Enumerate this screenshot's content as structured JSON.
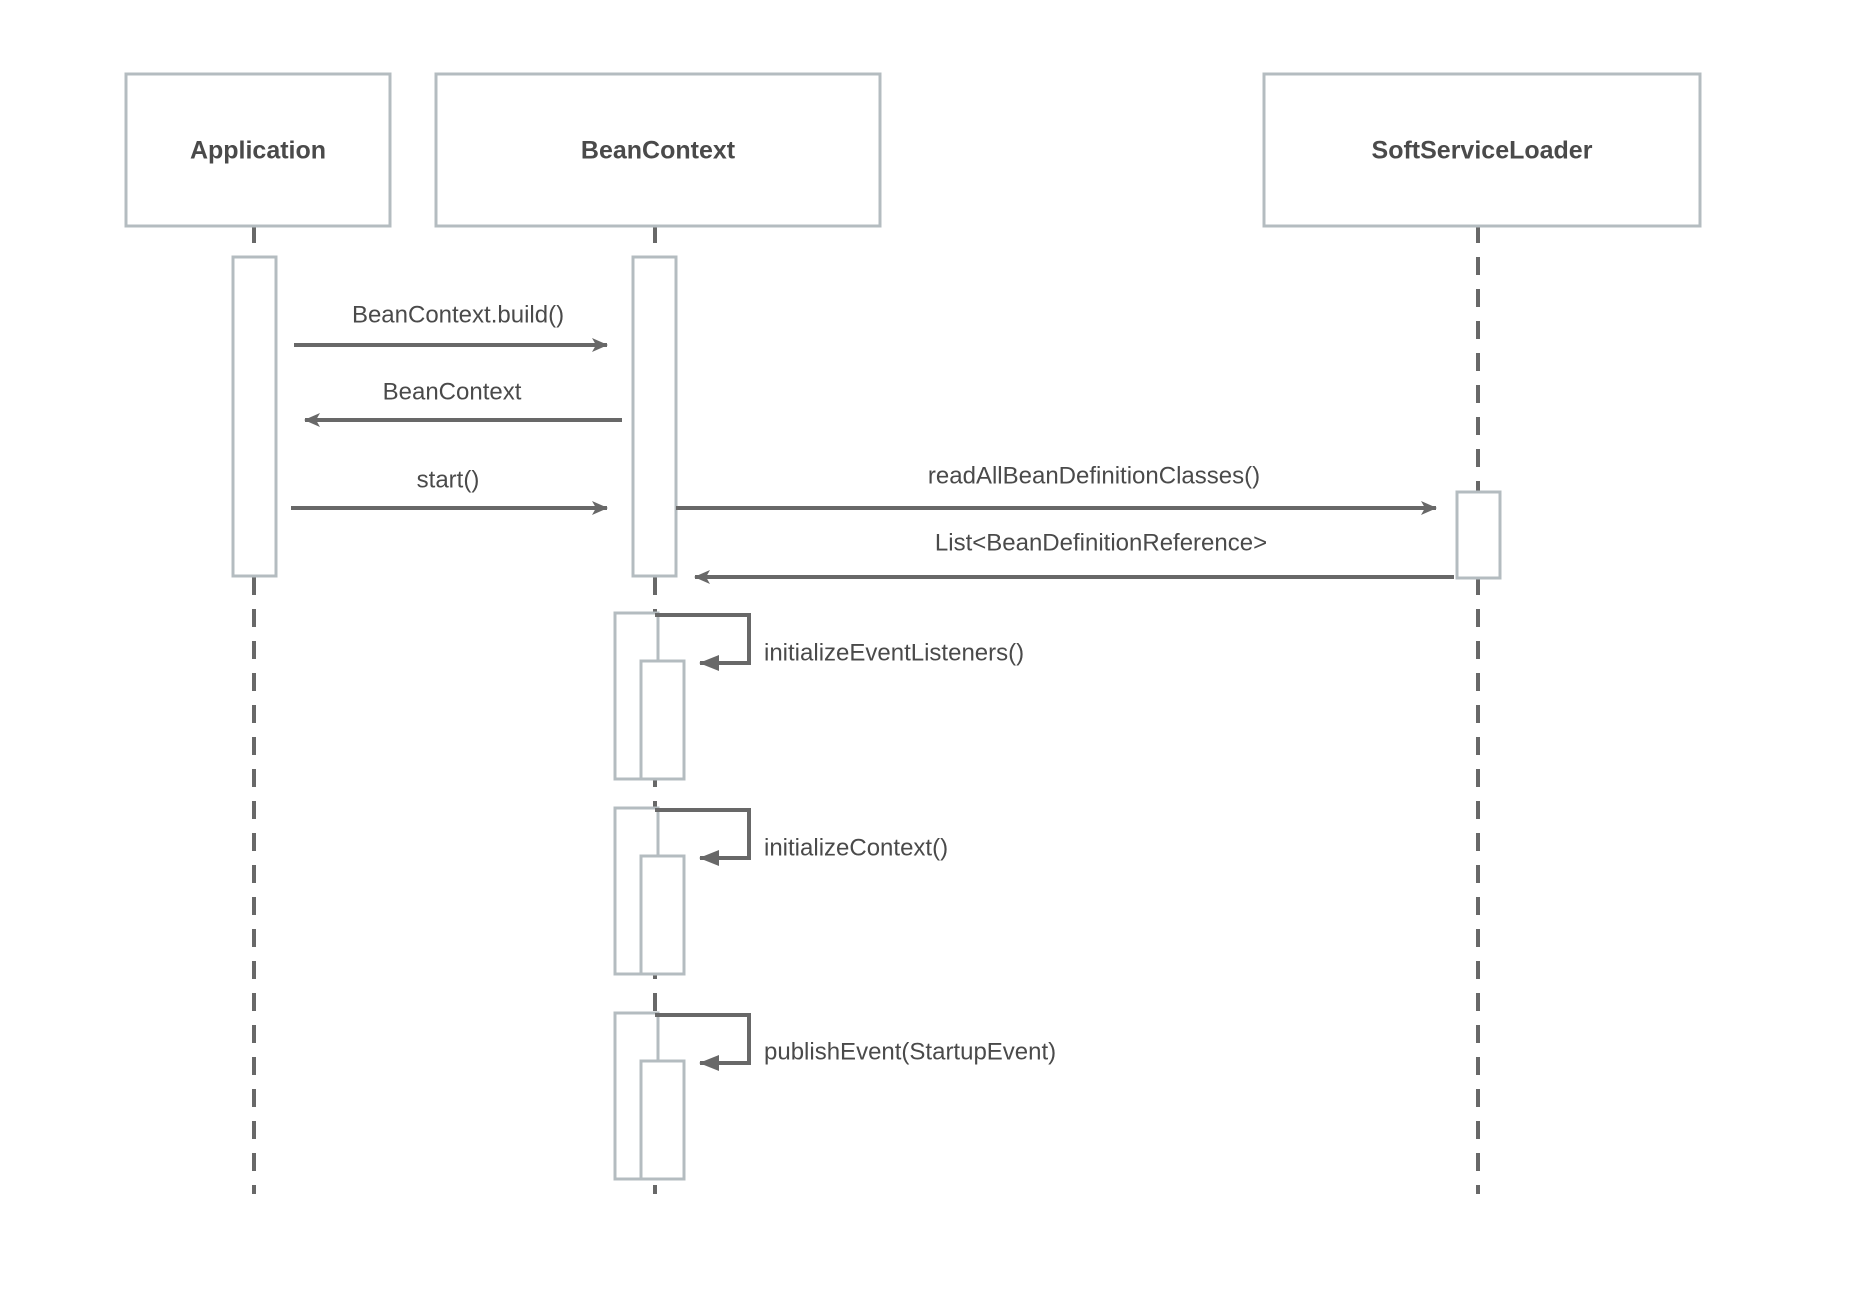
{
  "diagram": {
    "type": "sequence-diagram",
    "title": "",
    "background_color": "#ffffff",
    "colors": {
      "box_border": "#b4bcc0",
      "activation_border": "#b4bcc0",
      "lifeline": "#686868",
      "message_line": "#686868",
      "text": "#4a4a4a"
    }
  },
  "participants": [
    {
      "id": "application",
      "label": "Application"
    },
    {
      "id": "beancontext",
      "label": "BeanContext"
    },
    {
      "id": "softserviceloader",
      "label": "SoftServiceLoader"
    }
  ],
  "messages": [
    {
      "id": "m1",
      "label": "BeanContext.build()",
      "from": "application",
      "to": "beancontext",
      "direction": "right",
      "kind": "call"
    },
    {
      "id": "m2",
      "label": "BeanContext",
      "from": "beancontext",
      "to": "application",
      "direction": "left",
      "kind": "return"
    },
    {
      "id": "m3",
      "label": "start()",
      "from": "application",
      "to": "beancontext",
      "direction": "right",
      "kind": "call"
    },
    {
      "id": "m4",
      "label": "readAllBeanDefinitionClasses()",
      "from": "beancontext",
      "to": "softserviceloader",
      "direction": "right",
      "kind": "call"
    },
    {
      "id": "m5",
      "label": "List<BeanDefinitionReference>",
      "from": "softserviceloader",
      "to": "beancontext",
      "direction": "left",
      "kind": "return"
    },
    {
      "id": "m6",
      "label": "initializeEventListeners()",
      "from": "beancontext",
      "to": "beancontext",
      "direction": "self",
      "kind": "self-call"
    },
    {
      "id": "m7",
      "label": "initializeContext()",
      "from": "beancontext",
      "to": "beancontext",
      "direction": "self",
      "kind": "self-call"
    },
    {
      "id": "m8",
      "label": "publishEvent(StartupEvent)",
      "from": "beancontext",
      "to": "beancontext",
      "direction": "self",
      "kind": "self-call"
    }
  ]
}
